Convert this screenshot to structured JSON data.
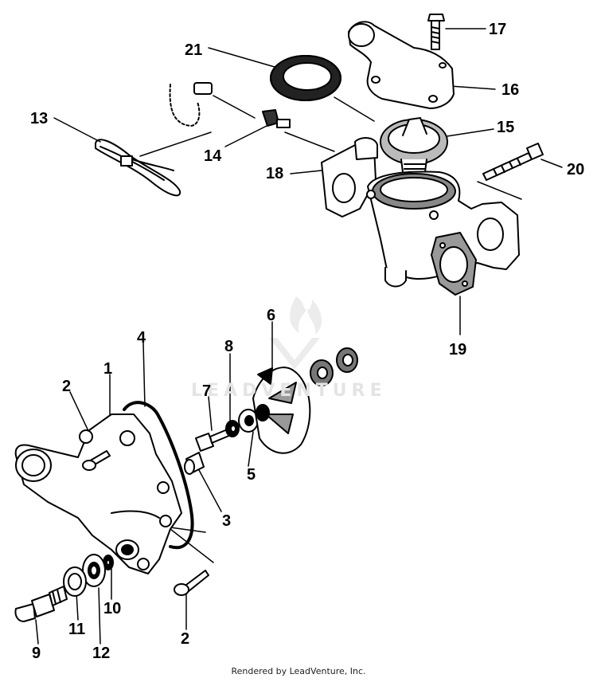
{
  "labels": {
    "l1": "1",
    "l2a": "2",
    "l2b": "2",
    "l3": "3",
    "l4": "4",
    "l5": "5",
    "l6": "6",
    "l7": "7",
    "l8": "8",
    "l9": "9",
    "l10": "10",
    "l11": "11",
    "l12": "12",
    "l13": "13",
    "l14": "14",
    "l15": "15",
    "l16": "16",
    "l17": "17",
    "l18": "18",
    "l19": "19",
    "l20": "20",
    "l21": "21"
  },
  "watermark": "LEADVENTURE",
  "footer": "Rendered by LeadVenture, Inc."
}
